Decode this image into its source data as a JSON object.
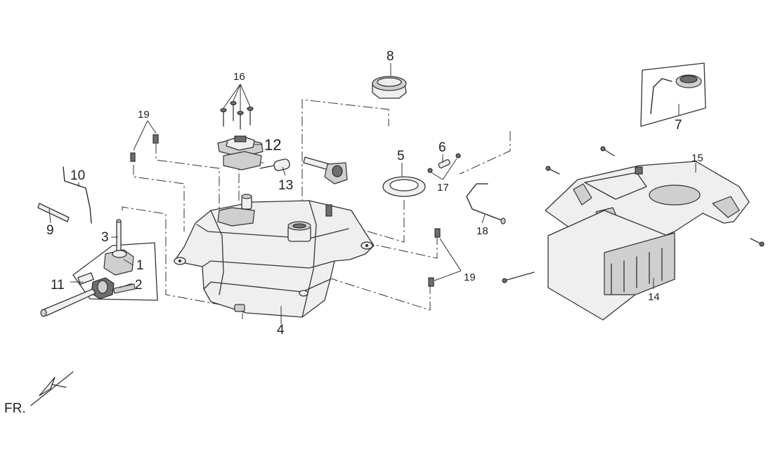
{
  "callouts": {
    "c1": "1",
    "c2": "2",
    "c3": "3",
    "c4": "4",
    "c5": "5",
    "c6": "6",
    "c7": "7",
    "c8": "8",
    "c9": "9",
    "c10": "10",
    "c11": "11",
    "c12": "12",
    "c13": "13",
    "c14": "14",
    "c15": "15",
    "c16": "16",
    "c17": "17",
    "c18": "18",
    "c19a": "19",
    "c19b": "19"
  },
  "direction_marker": "FR."
}
